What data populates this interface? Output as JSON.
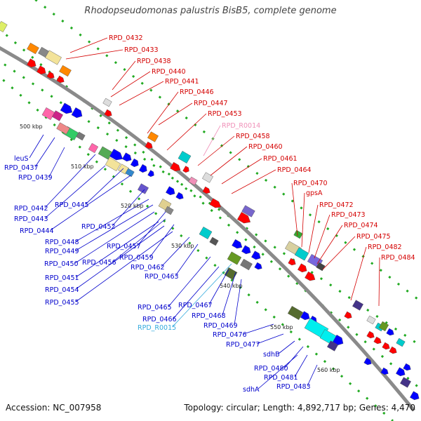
{
  "title": "Rhodopseudomonas palustris BisB5, complete genome",
  "accession": "Accession: NC_007958",
  "topology": "Topology: circular; Length: 4,892,717 bp; Genes: 4,470",
  "colors": {
    "forward_label": "#d40000",
    "reverse_label": "#0000cc",
    "forward_rna_label": "#f090b8",
    "reverse_rna_label": "#33aadd",
    "backbone": "#8a8a8a",
    "gene_forward": "#ff0000",
    "gene_reverse": "#0000ff",
    "gc_tick": "#22aa22"
  },
  "ticks": [
    "500 kbp",
    "510 kbp",
    "520 kbp",
    "530 kbp",
    "540 kbp",
    "550 kbp",
    "560 kbp"
  ],
  "forward_labels": [
    "RPD_0432",
    "RPD_0433",
    "RPD_0438",
    "RPD_0440",
    "RPD_0441",
    "RPD_0446",
    "RPD_0447",
    "RPD_0453",
    "RPD_R0014",
    "RPD_0458",
    "RPD_0460",
    "RPD_0461",
    "RPD_0464",
    "RPD_0470",
    "gpsA",
    "RPD_0472",
    "RPD_0473",
    "RPD_0474",
    "RPD_0475",
    "RPD_0482",
    "RPD_0484"
  ],
  "reverse_labels": [
    "leuS",
    "RPD_0437",
    "RPD_0439",
    "RPD_0442",
    "RPD_0445",
    "RPD_0443",
    "RPD_0444",
    "RPD_0452",
    "RPD_0448",
    "RPD_0449",
    "RPD_0457",
    "RPD_0450",
    "RPD_0456",
    "RPD_0459",
    "RPD_0451",
    "RPD_0462",
    "RPD_0454",
    "RPD_0463",
    "RPD_0455",
    "RPD_0465",
    "RPD_0467",
    "RPD_0466",
    "RPD_0468",
    "RPD_R0015",
    "RPD_0469",
    "RPD_0476",
    "RPD_0477",
    "sdhB",
    "RPD_0480",
    "RPD_0481",
    "sdhA",
    "RPD_0483"
  ]
}
